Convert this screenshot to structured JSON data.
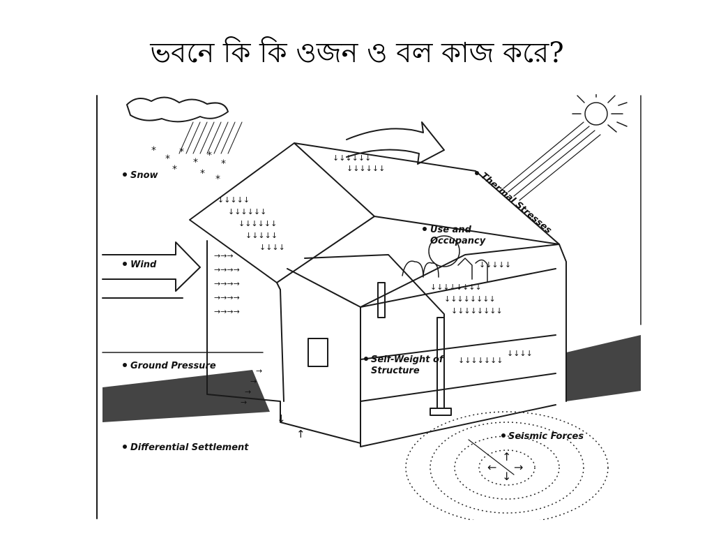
{
  "slide": {
    "title": "ভবনে কি কি ওজন ও বল কাজ করে?"
  },
  "diagram": {
    "labels": {
      "snow": "Snow",
      "wind": "Wind",
      "thermal": "Thermal Stresses",
      "use_line1": "Use and",
      "use_line2": "Occupancy",
      "ground": "Ground Pressure",
      "self_line1": "Self-Weight of",
      "self_line2": "Structure",
      "settlement": "Differential Settlement",
      "seismic": "Seismic Forces"
    }
  }
}
